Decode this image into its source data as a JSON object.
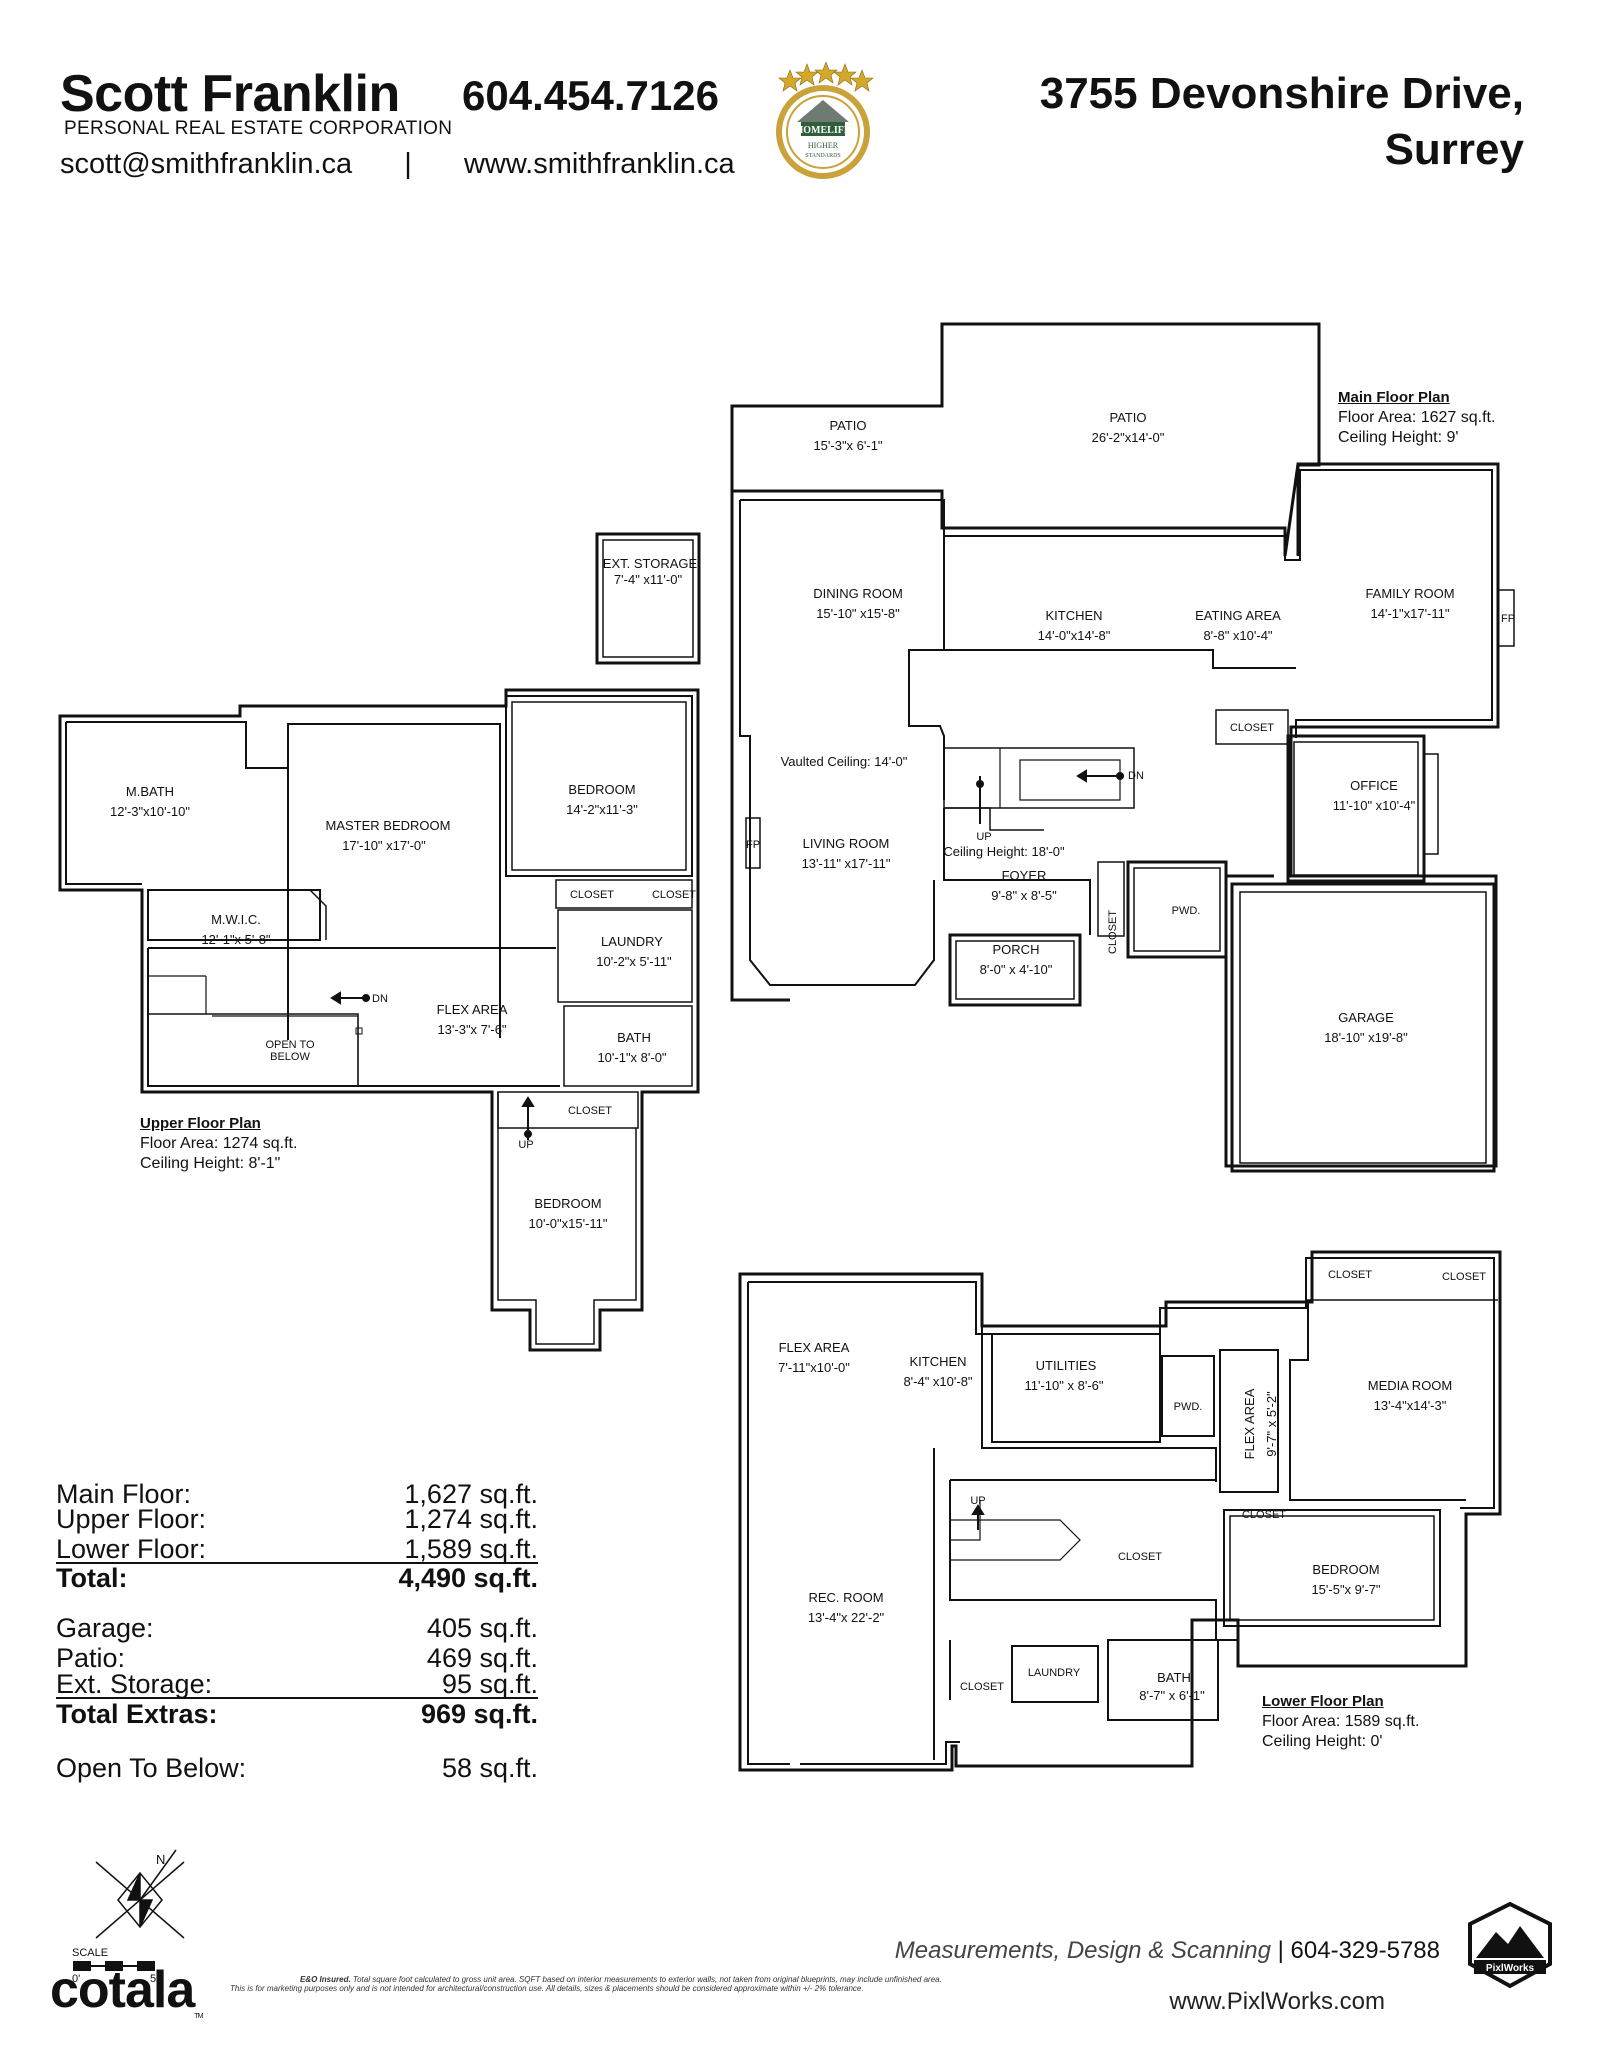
{
  "header": {
    "agent_name": "Scott Franklin",
    "agent_corp": "PERSONAL REAL ESTATE CORPORATION",
    "phone": "604.454.7126",
    "email": "scott@smithfranklin.ca",
    "separator": "|",
    "website": "www.smithfranklin.ca",
    "address_line1": "3755 Devonshire Drive,",
    "address_line2": "Surrey",
    "brokerage_logo": {
      "text1": "HOMELIFE",
      "text2": "HIGHER",
      "text3": "STANDARDS",
      "gold": "#c9a23a",
      "green": "#2e5e3a"
    }
  },
  "main_floor": {
    "title": "Main Floor Plan",
    "area": "Floor Area: 1627 sq.ft.",
    "ceiling": "Ceiling Height: 9'",
    "rooms": {
      "patio1": {
        "name": "PATIO",
        "dim": "15'-3\"x 6'-1\""
      },
      "patio2": {
        "name": "PATIO",
        "dim": "26'-2\"x14'-0\""
      },
      "ext_storage": {
        "name": "EXT. STORAGE",
        "dim": "7'-4\" x11'-0\""
      },
      "dining": {
        "name": "DINING ROOM",
        "dim": "15'-10\" x15'-8\""
      },
      "kitchen": {
        "name": "KITCHEN",
        "dim": "14'-0\"x14'-8\""
      },
      "eating": {
        "name": "EATING AREA",
        "dim": "8'-8\" x10'-4\""
      },
      "family": {
        "name": "FAMILY ROOM",
        "dim": "14'-1\"x17'-11\""
      },
      "closet": {
        "name": "CLOSET"
      },
      "vaulted": {
        "name": "Vaulted Ceiling: 14'-0\""
      },
      "office": {
        "name": "OFFICE",
        "dim": "11'-10\" x10'-4\""
      },
      "living": {
        "name": "LIVING ROOM",
        "dim": "13'-11\" x17'-11\""
      },
      "ceiling18": {
        "name": "Ceiling Height: 18'-0\""
      },
      "foyer": {
        "name": "FOYER",
        "dim": "9'-8\" x 8'-5\""
      },
      "closet_v": {
        "name": "CLOSET"
      },
      "pwd": {
        "name": "PWD."
      },
      "porch": {
        "name": "PORCH",
        "dim": "8'-0\" x 4'-10\""
      },
      "garage": {
        "name": "GARAGE",
        "dim": "18'-10\" x19'-8\""
      },
      "up": {
        "name": "UP"
      },
      "dn": {
        "name": "DN"
      },
      "fp1": {
        "name": "FP"
      },
      "fp2": {
        "name": "FP"
      }
    }
  },
  "upper_floor": {
    "title": "Upper Floor Plan",
    "area": "Floor Area: 1274 sq.ft.",
    "ceiling": "Ceiling Height: 8'-1\"",
    "rooms": {
      "mbath": {
        "name": "M.BATH",
        "dim": "12'-3\"x10'-10\""
      },
      "master": {
        "name": "MASTER BEDROOM",
        "dim": "17'-10\"   x17'-0\""
      },
      "bedroom1": {
        "name": "BEDROOM",
        "dim": "14'-2\"x11'-3\""
      },
      "mwic": {
        "name": "M.W.I.C.",
        "dim": "12'-1\"x 5'-8\""
      },
      "closet1": {
        "name": "CLOSET"
      },
      "closet2": {
        "name": "CLOSET"
      },
      "laundry": {
        "name": "LAUNDRY",
        "dim": "10'-2\"x 5'-11\""
      },
      "flex": {
        "name": "FLEX AREA",
        "dim": "13'-3\"x 7'-6\""
      },
      "open": {
        "name": "OPEN TO",
        "name2": "BELOW"
      },
      "bath": {
        "name": "BATH",
        "dim": "10'-1\"x  8'-0\""
      },
      "closet3": {
        "name": "CLOSET"
      },
      "bedroom2": {
        "name": "BEDROOM",
        "dim": "10'-0\"x15'-11\""
      },
      "dn": {
        "name": "DN"
      },
      "up": {
        "name": "UP"
      }
    }
  },
  "lower_floor": {
    "title": "Lower Floor Plan",
    "area": "Floor Area: 1589 sq.ft.",
    "ceiling": "Ceiling Height: 0'",
    "rooms": {
      "flex": {
        "name": "FLEX AREA",
        "dim": "7'-11\"x10'-0\""
      },
      "kitchen": {
        "name": "KITCHEN",
        "dim": "8'-4\" x10'-8\""
      },
      "utilities": {
        "name": "UTILITIES",
        "dim": "11'-10\" x 8'-6\""
      },
      "pwd": {
        "name": "PWD."
      },
      "flex2": {
        "name": "FLEX AREA",
        "dim": "9'-7\" x 5'-2\""
      },
      "media": {
        "name": "MEDIA ROOM",
        "dim": "13'-4\"x14'-3\""
      },
      "closet1": {
        "name": "CLOSET"
      },
      "closet2": {
        "name": "CLOSET"
      },
      "closet3": {
        "name": "CLOSET"
      },
      "closet4": {
        "name": "CLOSET"
      },
      "closet5": {
        "name": "CLOSET"
      },
      "rec": {
        "name": "REC. ROOM",
        "dim": "13'-4\"x 22'-2\""
      },
      "bedroom": {
        "name": "BEDROOM",
        "dim": "15'-5\"x 9'-7\""
      },
      "laundry": {
        "name": "LAUNDRY"
      },
      "bath": {
        "name": "BATH",
        "dim": "8'-7\" x 6'-1\""
      },
      "up": {
        "name": "UP"
      }
    }
  },
  "summary": {
    "rows1": [
      {
        "label": "Main Floor:",
        "value": "1,627 sq.ft."
      },
      {
        "label": "Upper Floor:",
        "value": "1,274 sq.ft."
      },
      {
        "label": "Lower Floor:",
        "value": "1,589 sq.ft."
      }
    ],
    "total": {
      "label": "Total:",
      "value": "4,490 sq.ft."
    },
    "rows2": [
      {
        "label": "Garage:",
        "value": "405 sq.ft."
      },
      {
        "label": "Patio:",
        "value": "469 sq.ft."
      },
      {
        "label": "Ext. Storage:",
        "value": "95 sq.ft."
      }
    ],
    "total_extras": {
      "label": "Total Extras:",
      "value": "969 sq.ft."
    },
    "open_below": {
      "label": "Open To Below:",
      "value": "58 sq.ft."
    }
  },
  "footer": {
    "north": "N",
    "scale_label": "SCALE",
    "scale_0": "0'",
    "scale_5": "5'",
    "cotala": "cotala",
    "tm": "TM",
    "eo": "E&O Insured.",
    "disclaimer1": "Total square foot calculated to gross unit area. SQFT based on interior measurements to exterior walls, not taken from original blueprints, may include unfinished area.",
    "disclaimer2": "This is for marketing purposes only and is not intended for architectural/construction use.  All details, sizes & placements should be considered approximate within +/- 2% tolerance.",
    "measure": "Measurements, Design & Scanning",
    "measure_sep": "|",
    "measure_phone": "604-329-5788",
    "pix_url": "www.PixlWorks.com",
    "pix_logo": "PixlWorks"
  }
}
